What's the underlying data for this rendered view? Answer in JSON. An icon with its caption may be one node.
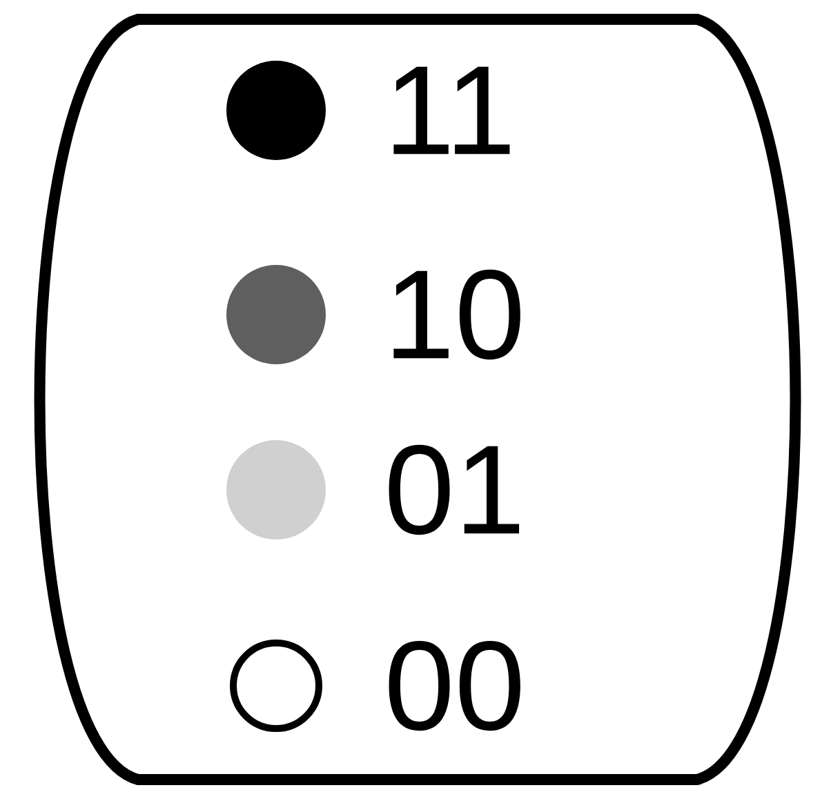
{
  "diagram": {
    "legend": [
      {
        "text": "11",
        "color": "#000000"
      },
      {
        "text": "10",
        "color": "#5f5f5f"
      },
      {
        "text": "01",
        "color": "#d0d0d0"
      },
      {
        "text": "00",
        "color": "#ffffff"
      }
    ]
  }
}
